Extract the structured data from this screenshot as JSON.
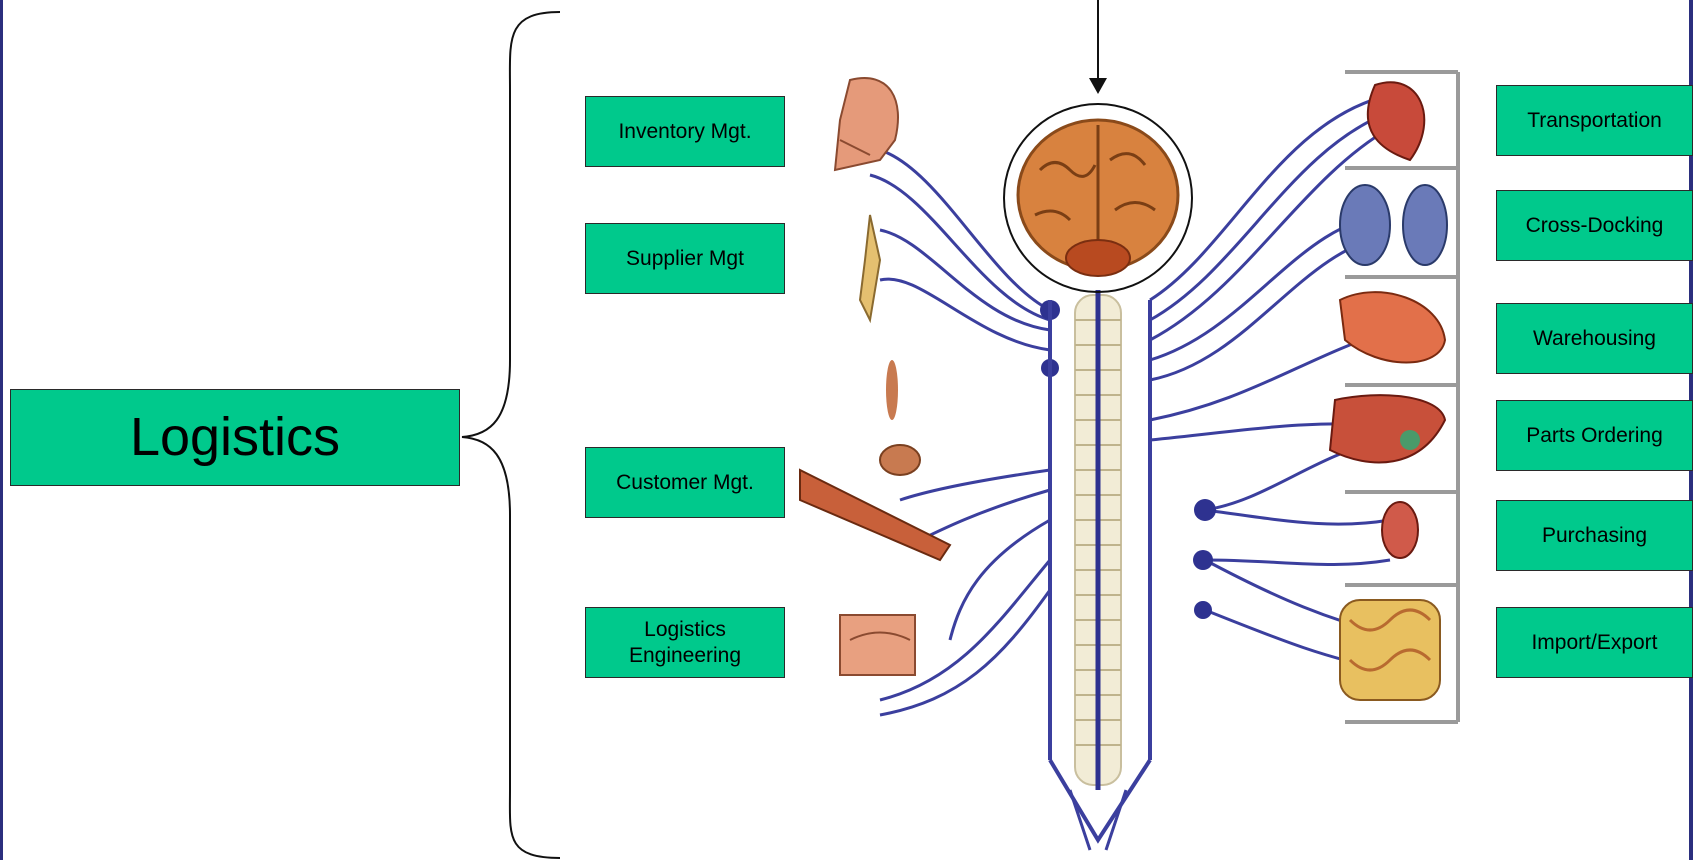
{
  "main_label": "Logistics",
  "left_labels": [
    "Inventory Mgt.",
    "Supplier Mgt",
    "Customer Mgt.",
    "Logistics\nEngineering"
  ],
  "right_labels": [
    "Transportation",
    "Cross-Docking",
    "Warehousing",
    "Parts Ordering",
    "Purchasing",
    "Import/Export"
  ],
  "colors": {
    "box_fill": "#00c98c",
    "nerve_blue": "#3b3f9e",
    "frame_navy": "#2b2f7e"
  },
  "illustration": "nervous-system-anatomy"
}
